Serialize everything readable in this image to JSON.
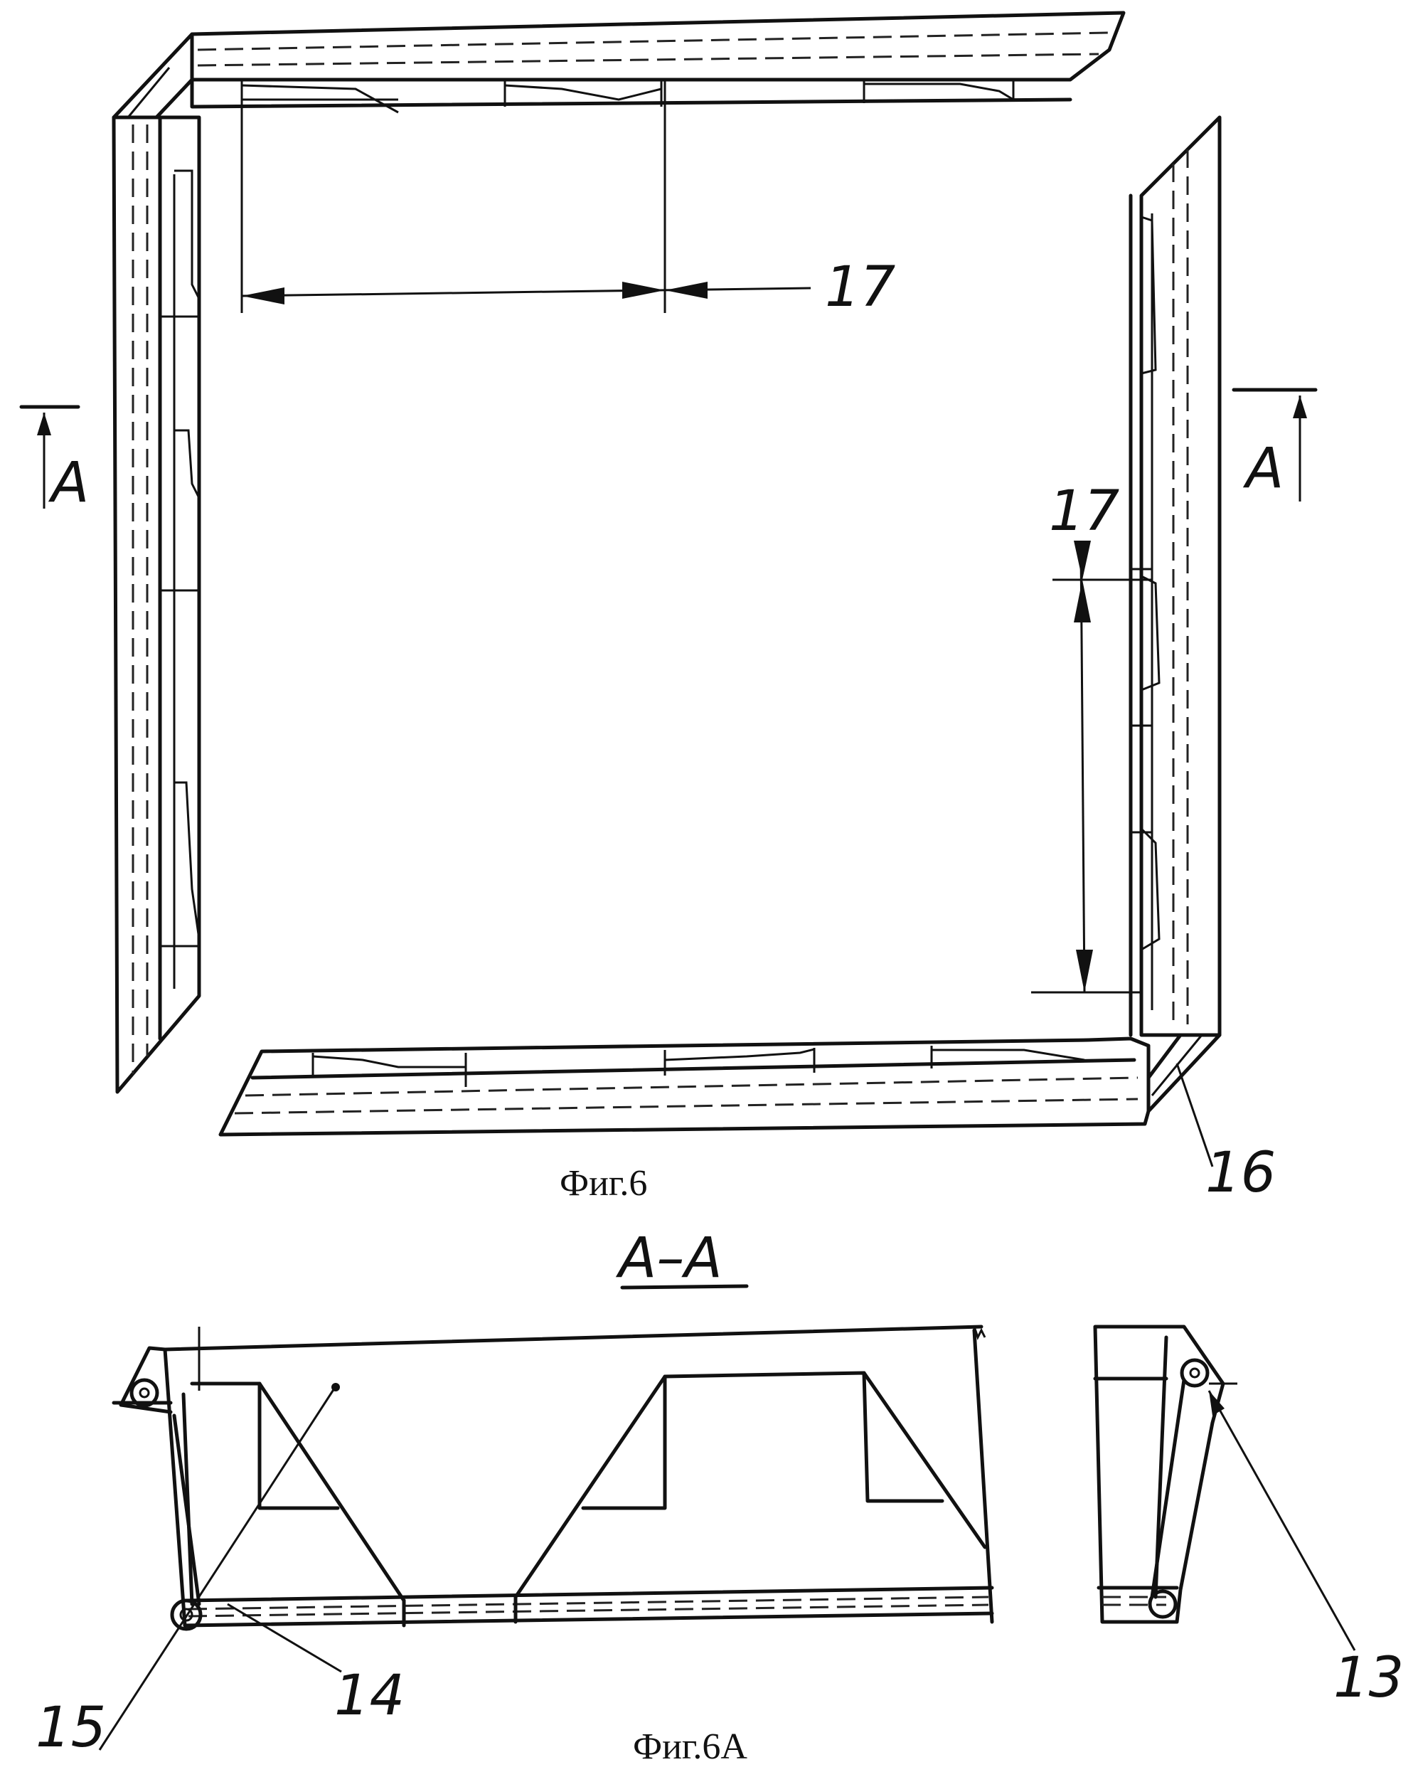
{
  "figures": {
    "fig6": {
      "caption": "Фиг.6"
    },
    "fig6a": {
      "caption": "Фиг.6А",
      "section_title": "А–А"
    }
  },
  "labels": {
    "gap_top": "17",
    "gap_right": "17",
    "corner": "16",
    "right_hinge": "13",
    "bottom_hinge": "14",
    "flap": "15",
    "section_mark_left": "А",
    "section_mark_right": "А"
  }
}
